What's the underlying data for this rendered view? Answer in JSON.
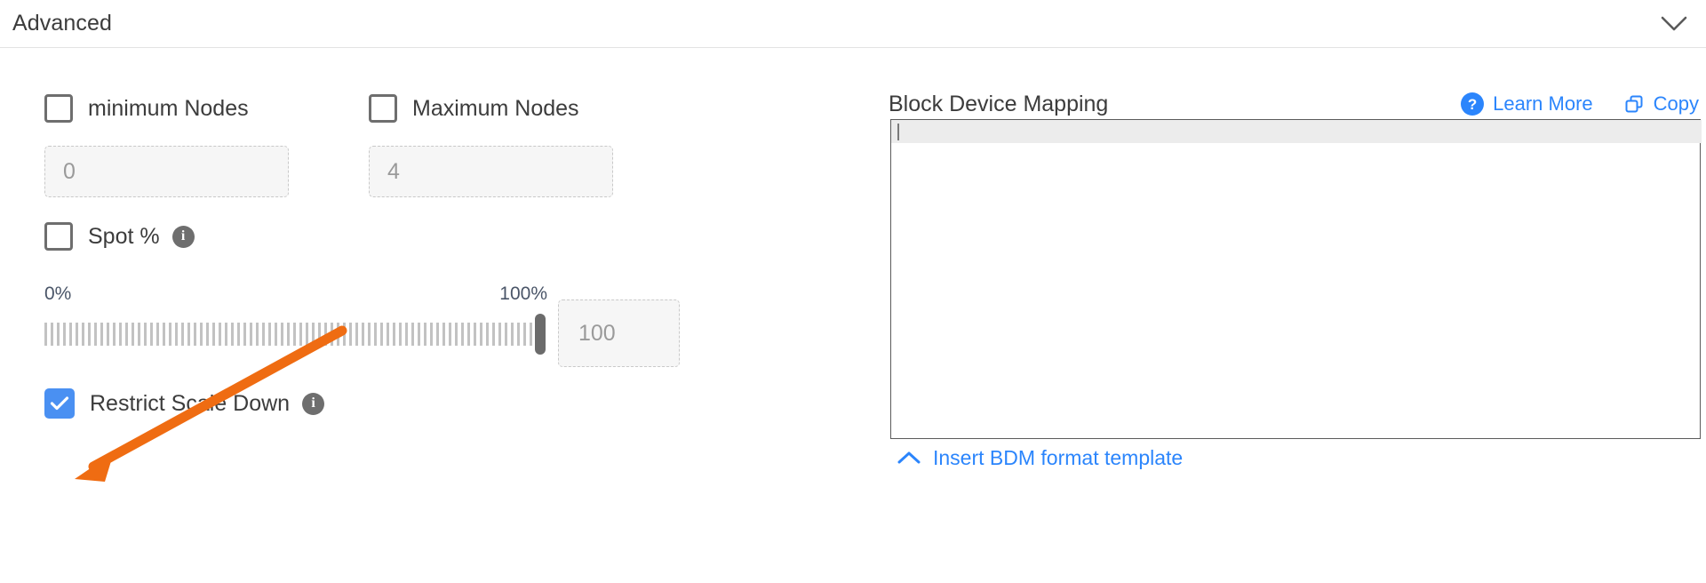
{
  "section": {
    "title": "Advanced",
    "collapse_icon": "chevron-down-icon"
  },
  "left": {
    "minimum_nodes": {
      "label": "minimum Nodes",
      "checked": false,
      "input_placeholder": "0",
      "input_value": ""
    },
    "maximum_nodes": {
      "label": "Maximum Nodes",
      "checked": false,
      "input_placeholder": "4",
      "input_value": ""
    },
    "spot_percent": {
      "label": "Spot %",
      "checked": false,
      "info_icon": "info-icon",
      "info_glyph": "i"
    },
    "slider": {
      "min_label": "0%",
      "max_label": "100%",
      "value_placeholder": "100",
      "value": 100,
      "min": 0,
      "max": 100
    },
    "restrict_scale_down": {
      "label": "Restrict Scale Down",
      "checked": true,
      "info_icon": "info-icon",
      "info_glyph": "i"
    }
  },
  "right": {
    "title": "Block Device Mapping",
    "learn_more": {
      "label": "Learn More",
      "icon": "question-circle-icon"
    },
    "copy": {
      "label": "Copy",
      "icon": "copy-icon"
    },
    "editor_content": "",
    "insert_template": {
      "label": "Insert BDM format template",
      "icon": "chevron-up-icon"
    }
  },
  "annotation": {
    "type": "arrow",
    "color": "#ef6c12",
    "points_to": "restrict-scale-down-checkbox"
  },
  "colors": {
    "accent_link": "#2b85fc",
    "checkbox_checked": "#4a90f2",
    "annotation": "#ef6c12",
    "text": "#3c3c3c",
    "muted_text": "#9a9a9a"
  }
}
